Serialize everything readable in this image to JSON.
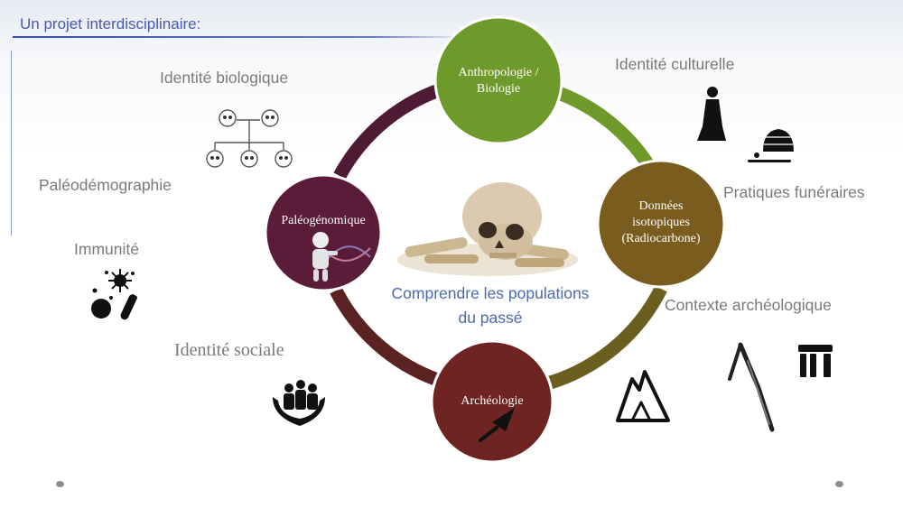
{
  "slide": {
    "title": "Un projet interdisciplinaire:"
  },
  "center": {
    "line1": "Comprendre les populations",
    "line2": "du passé"
  },
  "nodes": {
    "anthropologie": {
      "line1": "Anthropologie /",
      "line2": "Biologie",
      "color": "#6d9a2a"
    },
    "isotopes": {
      "line1": "Données",
      "line2": "isotopiques",
      "line3": "(Radiocarbone)",
      "color": "#7a5c1f"
    },
    "archeologie": {
      "line1": "Archéologie",
      "color": "#6e2420"
    },
    "paleogenomique": {
      "line1": "Paléogénomique",
      "color": "#5b1c3a"
    }
  },
  "labels": {
    "identite_biologique": "Identité biologique",
    "paleodemographie": "Paléodémographie",
    "immunite": "Immunité",
    "identite_sociale": "Identité sociale",
    "identite_culturelle": "Identité culturelle",
    "pratiques_funeraires": "Pratiques funéraires",
    "contexte_archeologique": "Contexte archéologique"
  },
  "colors": {
    "title": "#4a5aa8",
    "label_gray": "#7a7a7a",
    "center_text": "#4a6bb0"
  },
  "icons": [
    "skull-pedigree-icon",
    "microbe-icon",
    "people-in-hands-icon",
    "seated-figure-icon",
    "burial-mound-icon",
    "mountains-icon",
    "bone-tool-icon",
    "stonehenge-icon",
    "skull-bones-icon",
    "dna-robot-icon",
    "trowel-icon"
  ]
}
